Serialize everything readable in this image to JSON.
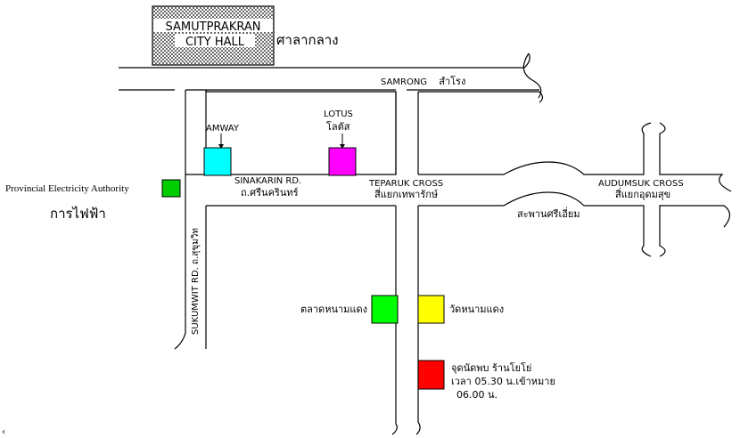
{
  "city_hall": {
    "line1": "SAMUTPRAKRAN",
    "line2": "CITY HALL",
    "thai": "ศาลากลาง"
  },
  "roads": {
    "samrong_en": "SAMRONG",
    "samrong_th": "สำโรง",
    "sinakarin_en": "SINAKARIN RD.",
    "sinakarin_th": "ถ.ศรีนครินทร์",
    "sukumwit": "SUKUMWIT RD.  ถ.สุขุมวิท"
  },
  "crossings": {
    "teparuk_en": "TEPARUK CROSS",
    "teparuk_th": "สี่แยกเทพารักษ์",
    "audumsuk_en": "AUDUMSUK CROSS",
    "audumsuk_th": "สี่แยกอุดมสุข",
    "bridge_th": "สะพานศรีเอี่ยม"
  },
  "places": {
    "amway": "AMWAY",
    "lotus_en": "LOTUS",
    "lotus_th": "โลตัส",
    "pea_en": "Provincial Electricity Authority",
    "pea_th": "การไฟฟ้า",
    "market": "ตลาดหนามแดง",
    "temple": "วัดหนามแดง",
    "meeting_1": "จุดนัดพบ ร้านโยโย่",
    "meeting_2": "เวลา 05.30 น.เข้าหมาย",
    "meeting_3": "06.00 น."
  },
  "colors": {
    "amway": "#00ffff",
    "lotus": "#ff00ff",
    "pea": "#00cc00",
    "market": "#00ff00",
    "temple": "#ffff00",
    "meeting": "#ff0000"
  },
  "misc": {
    "corner_mark": "‹"
  }
}
